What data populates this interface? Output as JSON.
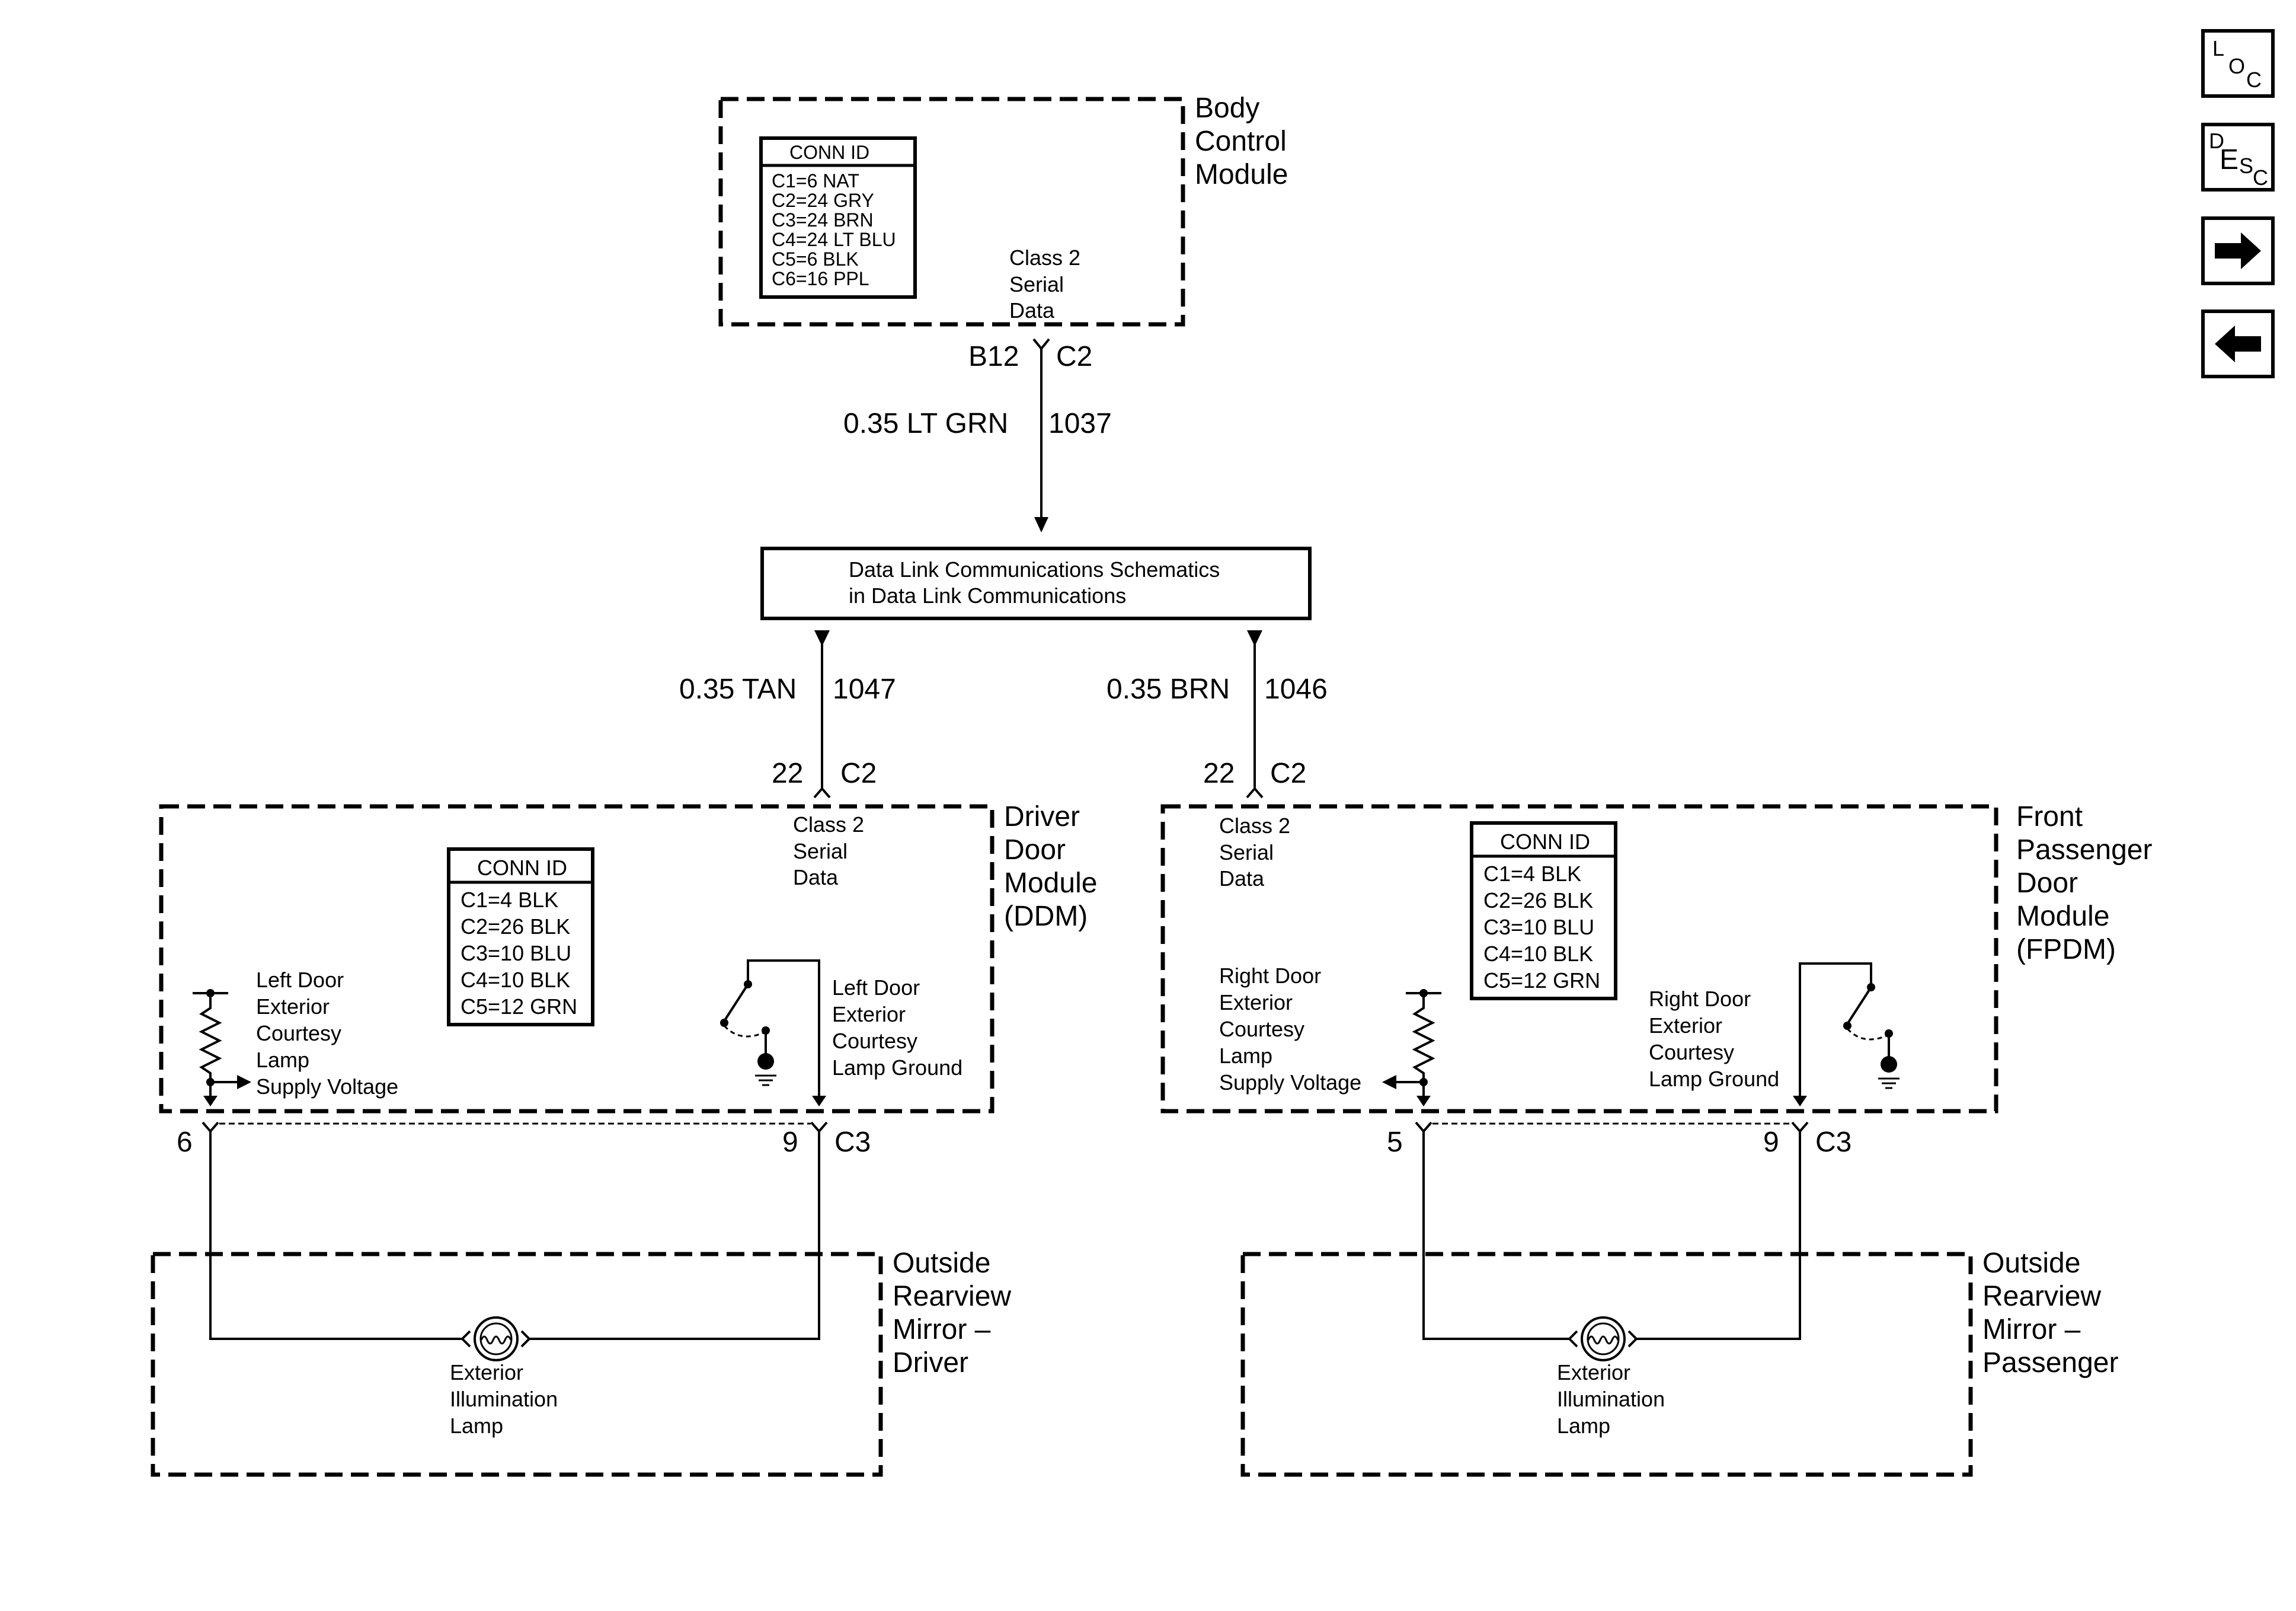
{
  "navigation": {
    "loc": {
      "l": "L",
      "o": "O",
      "c": "C"
    },
    "desc": {
      "d": "D",
      "e": "E",
      "s": "S",
      "c": "C"
    },
    "next_icon": "right-arrow-icon",
    "prev_icon": "left-arrow-icon"
  },
  "bcm": {
    "name": [
      "Body",
      "Control",
      "Module"
    ],
    "conn_id_title": "CONN ID",
    "conn_ids": [
      "C1=6 NAT",
      "C2=24 GRY",
      "C3=24 BRN",
      "C4=24 LT BLU",
      "C5=6 BLK",
      "C6=16 PPL"
    ],
    "serial_label": [
      "Class 2",
      "Serial",
      "Data"
    ],
    "pin": "B12",
    "connector": "C2"
  },
  "bcm_wire": {
    "gauge_color": "0.35 LT GRN",
    "circuit": "1037"
  },
  "data_link": {
    "text": [
      "Data Link Communications Schematics",
      "in Data Link Communications"
    ]
  },
  "ddm_wire": {
    "gauge_color": "0.35 TAN",
    "circuit": "1047",
    "pin": "22",
    "connector": "C2"
  },
  "fpdm_wire": {
    "gauge_color": "0.35 BRN",
    "circuit": "1046",
    "pin": "22",
    "connector": "C2"
  },
  "ddm": {
    "name": [
      "Driver",
      "Door",
      "Module",
      "(DDM)"
    ],
    "serial_label": [
      "Class 2",
      "Serial",
      "Data"
    ],
    "conn_id_title": "CONN ID",
    "conn_ids": [
      "C1=4 BLK",
      "C2=26 BLK",
      "C3=10 BLU",
      "C4=10 BLK",
      "C5=12 GRN"
    ],
    "supply_label": [
      "Left Door",
      "Exterior",
      "Courtesy",
      "Lamp",
      "Supply Voltage"
    ],
    "ground_label": [
      "Left Door",
      "Exterior",
      "Courtesy",
      "Lamp Ground"
    ],
    "supply_pin": "6",
    "ground_pin": "9",
    "connector": "C3"
  },
  "fpdm": {
    "name": [
      "Front",
      "Passenger",
      "Door",
      "Module",
      "(FPDM)"
    ],
    "serial_label": [
      "Class 2",
      "Serial",
      "Data"
    ],
    "conn_id_title": "CONN ID",
    "conn_ids": [
      "C1=4 BLK",
      "C2=26 BLK",
      "C3=10 BLU",
      "C4=10 BLK",
      "C5=12 GRN"
    ],
    "supply_label": [
      "Right Door",
      "Exterior",
      "Courtesy",
      "Lamp",
      "Supply Voltage"
    ],
    "ground_label": [
      "Right Door",
      "Exterior",
      "Courtesy",
      "Lamp Ground"
    ],
    "supply_pin": "5",
    "ground_pin": "9",
    "connector": "C3"
  },
  "mirror_driver": {
    "name": [
      "Outside",
      "Rearview",
      "Mirror –",
      "Driver"
    ],
    "lamp_label": [
      "Exterior",
      "Illumination",
      "Lamp"
    ]
  },
  "mirror_passenger": {
    "name": [
      "Outside",
      "Rearview",
      "Mirror –",
      "Passenger"
    ],
    "lamp_label": [
      "Exterior",
      "Illumination",
      "Lamp"
    ]
  }
}
